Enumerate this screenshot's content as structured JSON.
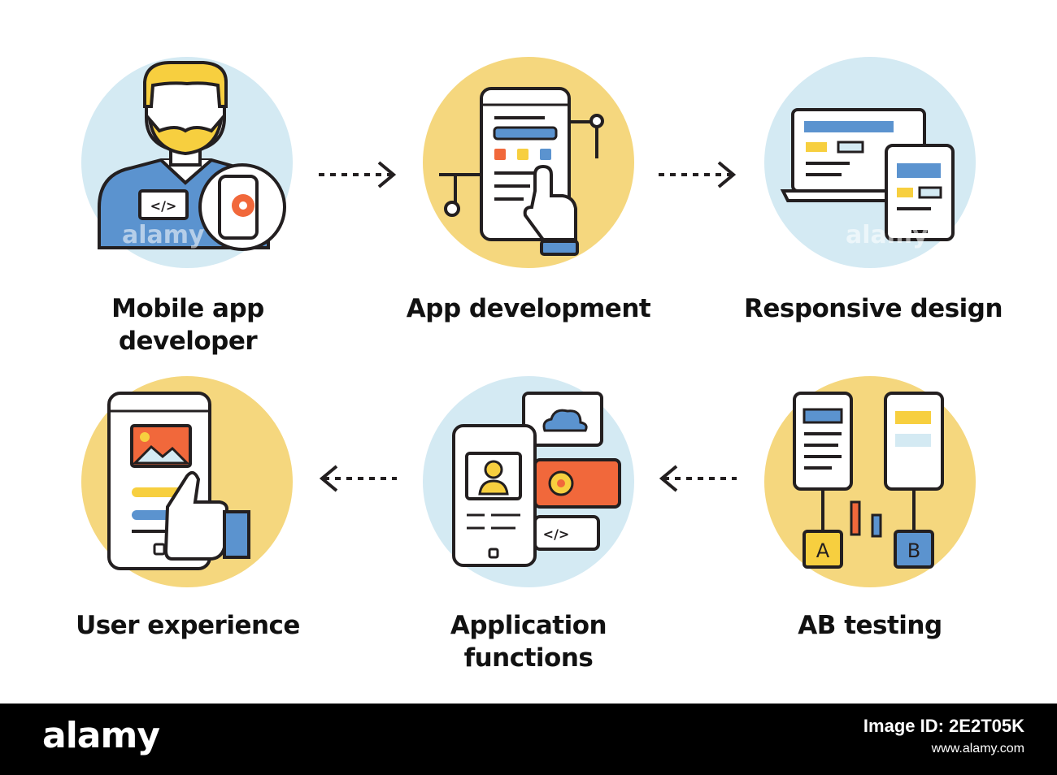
{
  "colors": {
    "light_blue": "#d4eaf3",
    "yellow": "#f5d77e",
    "outline": "#231f20",
    "accent_blue": "#5b93cf",
    "orange": "#f1683b",
    "yellow_fill": "#f7cf3f"
  },
  "steps": [
    {
      "label_line1": "Mobile app",
      "label_line2": "developer",
      "icon": "developer-icon"
    },
    {
      "label_line1": "App development",
      "label_line2": "",
      "icon": "touch-phone-icon"
    },
    {
      "label_line1": "Responsive design",
      "label_line2": "",
      "icon": "devices-icon"
    },
    {
      "label_line1": "AB testing",
      "label_line2": "",
      "icon": "ab-testing-icon"
    },
    {
      "label_line1": "Application functions",
      "label_line2": "",
      "icon": "app-functions-icon"
    },
    {
      "label_line1": "User experience",
      "label_line2": "",
      "icon": "thumbs-up-phone-icon"
    }
  ],
  "ab_letters": {
    "a": "A",
    "b": "B"
  },
  "code_symbol": "</>",
  "watermark": "alamy",
  "footer": {
    "logo": "alamy",
    "image_id_label": "Image ID: 2E2T05K",
    "url": "www.alamy.com"
  }
}
